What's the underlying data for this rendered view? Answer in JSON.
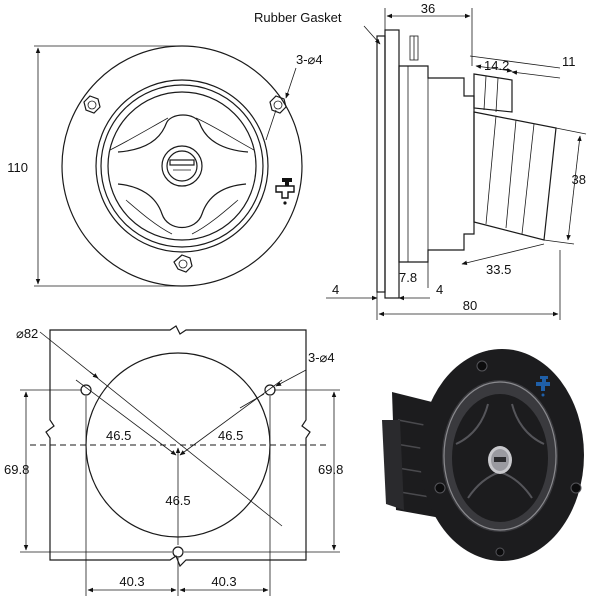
{
  "front_view": {
    "height_label": "110",
    "holes_label": "3-⌀4",
    "tap_icon": "water-tap-icon"
  },
  "side_view": {
    "gasket_label": "Rubber Gasket",
    "depth_label": "36",
    "spigot_label": "14.2",
    "tip_label": "11",
    "outlet_label": "38",
    "flange_label": "7.8",
    "reach_label": "33.5",
    "left_thickness_label": "4",
    "right_thickness_label": "4",
    "total_label": "80"
  },
  "cutout_view": {
    "diameter_label": "⌀82",
    "holes_label": "3-⌀4",
    "left_offset_label": "46.5",
    "right_offset_label": "46.5",
    "bottom_offset_label": "46.5",
    "left_height_label": "69.8",
    "right_height_label": "69.8",
    "bottom_left_label": "40.3",
    "bottom_right_label": "40.3"
  },
  "photo": {
    "tap_icon": "water-tap-icon",
    "key_icon": "lock-icon"
  },
  "colors": {
    "line": "#1a1a1a",
    "product_body": "#1c1c1e",
    "accent_tap": "#1f5fa8"
  }
}
